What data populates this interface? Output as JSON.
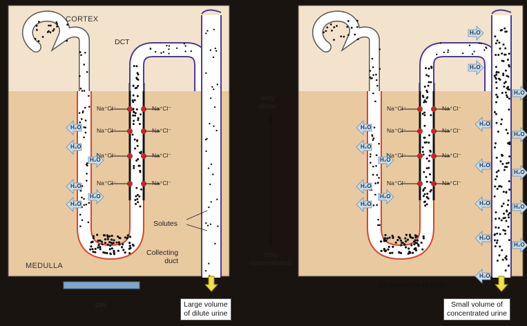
{
  "left_panel": {
    "cortex": "CORTEX",
    "medulla": "MEDULLA",
    "dct": "DCT",
    "solutes": "Solutes",
    "collecting_duct": "Collecting\nduct",
    "nacl": "Na⁺Cl⁻",
    "h2o": "H₂O",
    "din": "DIN",
    "output": "Large volume\nof dilute urine"
  },
  "gradient_scale": {
    "top": "Very\ndilute",
    "bottom": "Very\nconcentrated"
  },
  "right_panel": {
    "nacl": "Na⁺Cl⁻",
    "h2o": "H₂O",
    "caption": "(b) Presence of ADH",
    "output": "Small volume of\nconcentrated urine"
  },
  "colors": {
    "cortex": "#f3e3cc",
    "medulla": "#e9c9a0",
    "tubule": "#ffffff",
    "loop_wall": "#d9442e",
    "duct_wall": "#4a3a9a",
    "pump": "#c8282a",
    "water_arrow": "#c7dcea",
    "urine_arrow": "#f1e14a"
  }
}
